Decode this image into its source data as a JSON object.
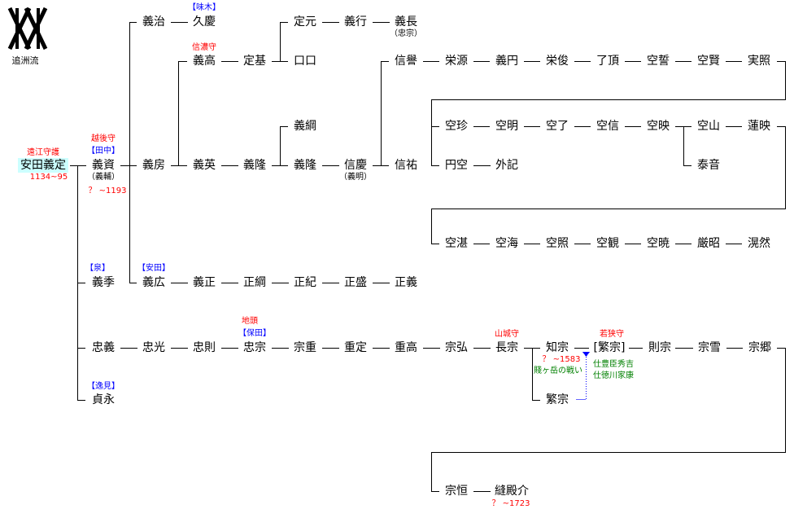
{
  "logo": {
    "caption": "追洲流"
  },
  "root": {
    "name": "安田義定",
    "title": "遠江守護",
    "years": "1134~95",
    "highlight": "#ccffff"
  },
  "nodes": {
    "yoshisuke": {
      "name": "義資",
      "title": "越後守",
      "house": "【田中】",
      "alias": "（義輔）",
      "years": "？ ~1193"
    },
    "yoshiharu": "義治",
    "kyukei": "久慶",
    "kyukei_house": "【味木】",
    "sadamoto": "定元",
    "yoshiyuki": "義行",
    "yoshinaga": "義長",
    "yoshinaga_alias": "（忠宗）",
    "yoshitaka": "義高",
    "yoshitaka_title": "信濃守",
    "sadamoto2": "定基",
    "unknown": "口口",
    "yoshifusa": "義房",
    "yoshihide": "義英",
    "yoshitaka2": "義隆",
    "yoshitsuna": "義綱",
    "yoshitaka3": "義隆",
    "nobuyoshi": "信慶",
    "nobuyoshi_alias": "（義明）",
    "shinyo": "信譽",
    "shinyu": "信祐",
    "yoshisue": "義季",
    "yoshisue_house": "【泉】",
    "yoshihiro": "義広",
    "yoshihiro_house": "【安田】",
    "tadayoshi": "忠義",
    "sadanaga": "貞永",
    "sadanaga_house": "【逸見】",
    "tadamune_title": "地頭",
    "tadamune_house": "【保田】",
    "nagamune_title": "山城守",
    "shigemune_title": "若狭守",
    "tomomune_years": "？ ~1583",
    "tomomune_note": "賤ヶ岳の戦い",
    "shigemune_note1": "仕豊臣秀吉",
    "shigemune_note2": "仕徳川家康",
    "shigemune2": "繁宗",
    "enku": "円空",
    "geki": "外記",
    "taion": "泰音",
    "nuidonosuke_years": "？ ~1723"
  },
  "rows": {
    "row75": [
      "栄源",
      "義円",
      "栄俊",
      "了頂",
      "空誓",
      "空賢",
      "実照"
    ],
    "row155": [
      "空珍",
      "空明",
      "空了",
      "空信",
      "空映",
      "空山",
      "蓮映"
    ],
    "row299": [
      "空湛",
      "空海",
      "空照",
      "空観",
      "空暁",
      "厳昭",
      "滉然"
    ],
    "row347": [
      "義正",
      "正綱",
      "正紀",
      "正盛",
      "正義"
    ],
    "row427": [
      "忠光",
      "忠則",
      "忠宗",
      "宗重",
      "重定",
      "重高",
      "宗弘",
      "長宗",
      "知宗",
      "[繁宗]",
      "則宗",
      "宗雪",
      "宗郷"
    ],
    "row603": [
      "宗恒",
      "縫殿介"
    ]
  },
  "colors": {
    "office": "#ff0000",
    "house": "#0000ff",
    "note": "#008000",
    "link": "#0000ff"
  }
}
